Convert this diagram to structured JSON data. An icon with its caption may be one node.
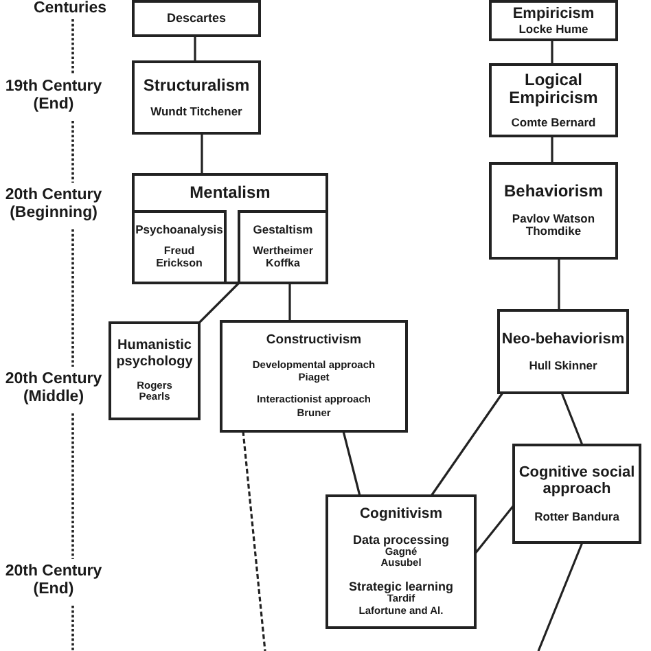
{
  "diagram": {
    "nodes": [
      {
        "text": [
          "Descartes"
        ]
      },
      {
        "text": [
          "Empiricism",
          "Locke Hume"
        ]
      },
      {
        "text": [
          "Structuralism",
          "Wundt Titchener"
        ]
      },
      {
        "text": [
          "Logical Empiricism",
          "Comte Bernard"
        ]
      },
      {
        "text": [
          "Mentalism"
        ]
      },
      {
        "text": [
          "Psychoanalysis",
          "Freud Erickson"
        ],
        "in": 4
      },
      {
        "text": [
          "Gestaltism",
          "Wertheimer Koffka"
        ],
        "in": 4
      },
      {
        "text": [
          "Behaviorism",
          "Pavlov Watson Thomdike"
        ]
      },
      {
        "text": [
          "Humanistic psychology",
          "Rogers Pearls"
        ]
      },
      {
        "text": [
          "Constructivism",
          "Developmental approach",
          "Piaget",
          "Interactionist approach",
          "Bruner"
        ]
      },
      {
        "text": [
          "Neo-behaviorism",
          "Hull Skinner"
        ]
      },
      {
        "text": [
          "Cognitive social approach",
          "Rotter Bandura"
        ]
      },
      {
        "text": [
          "Cognitivism",
          "Data processing",
          "Gagné",
          "Ausubel",
          "Strategic learning",
          "Tardif",
          "Lafortune and Al."
        ]
      }
    ],
    "edges": [
      {
        "from": 0,
        "to": 2,
        "arrow": "none"
      },
      {
        "from": 1,
        "to": 3,
        "arrow": "none"
      },
      {
        "from": 2,
        "to": 4,
        "arrow": "none"
      },
      {
        "from": 3,
        "to": 7,
        "arrow": "none"
      },
      {
        "from": 6,
        "to": 8,
        "arrow": "none"
      },
      {
        "from": 6,
        "to": 9,
        "arrow": "none"
      },
      {
        "from": 7,
        "to": 10,
        "arrow": "none"
      },
      {
        "from": 10,
        "to": 12,
        "arrow": "none"
      },
      {
        "from": 10,
        "to": 11,
        "arrow": "none"
      },
      {
        "from": 9,
        "to": 12,
        "arrow": "none"
      },
      {
        "from": 11,
        "to": 12,
        "arrow": "none"
      },
      {
        "from": 9,
        "to": null,
        "arrow": "none",
        "style": "dashed"
      },
      {
        "from": 11,
        "to": null,
        "arrow": "none"
      }
    ],
    "labels": [
      "Centuries",
      "19th Century (End)",
      "20th Century (Beginning)",
      "20th Century (Middle)",
      "20th Century (End)"
    ]
  }
}
